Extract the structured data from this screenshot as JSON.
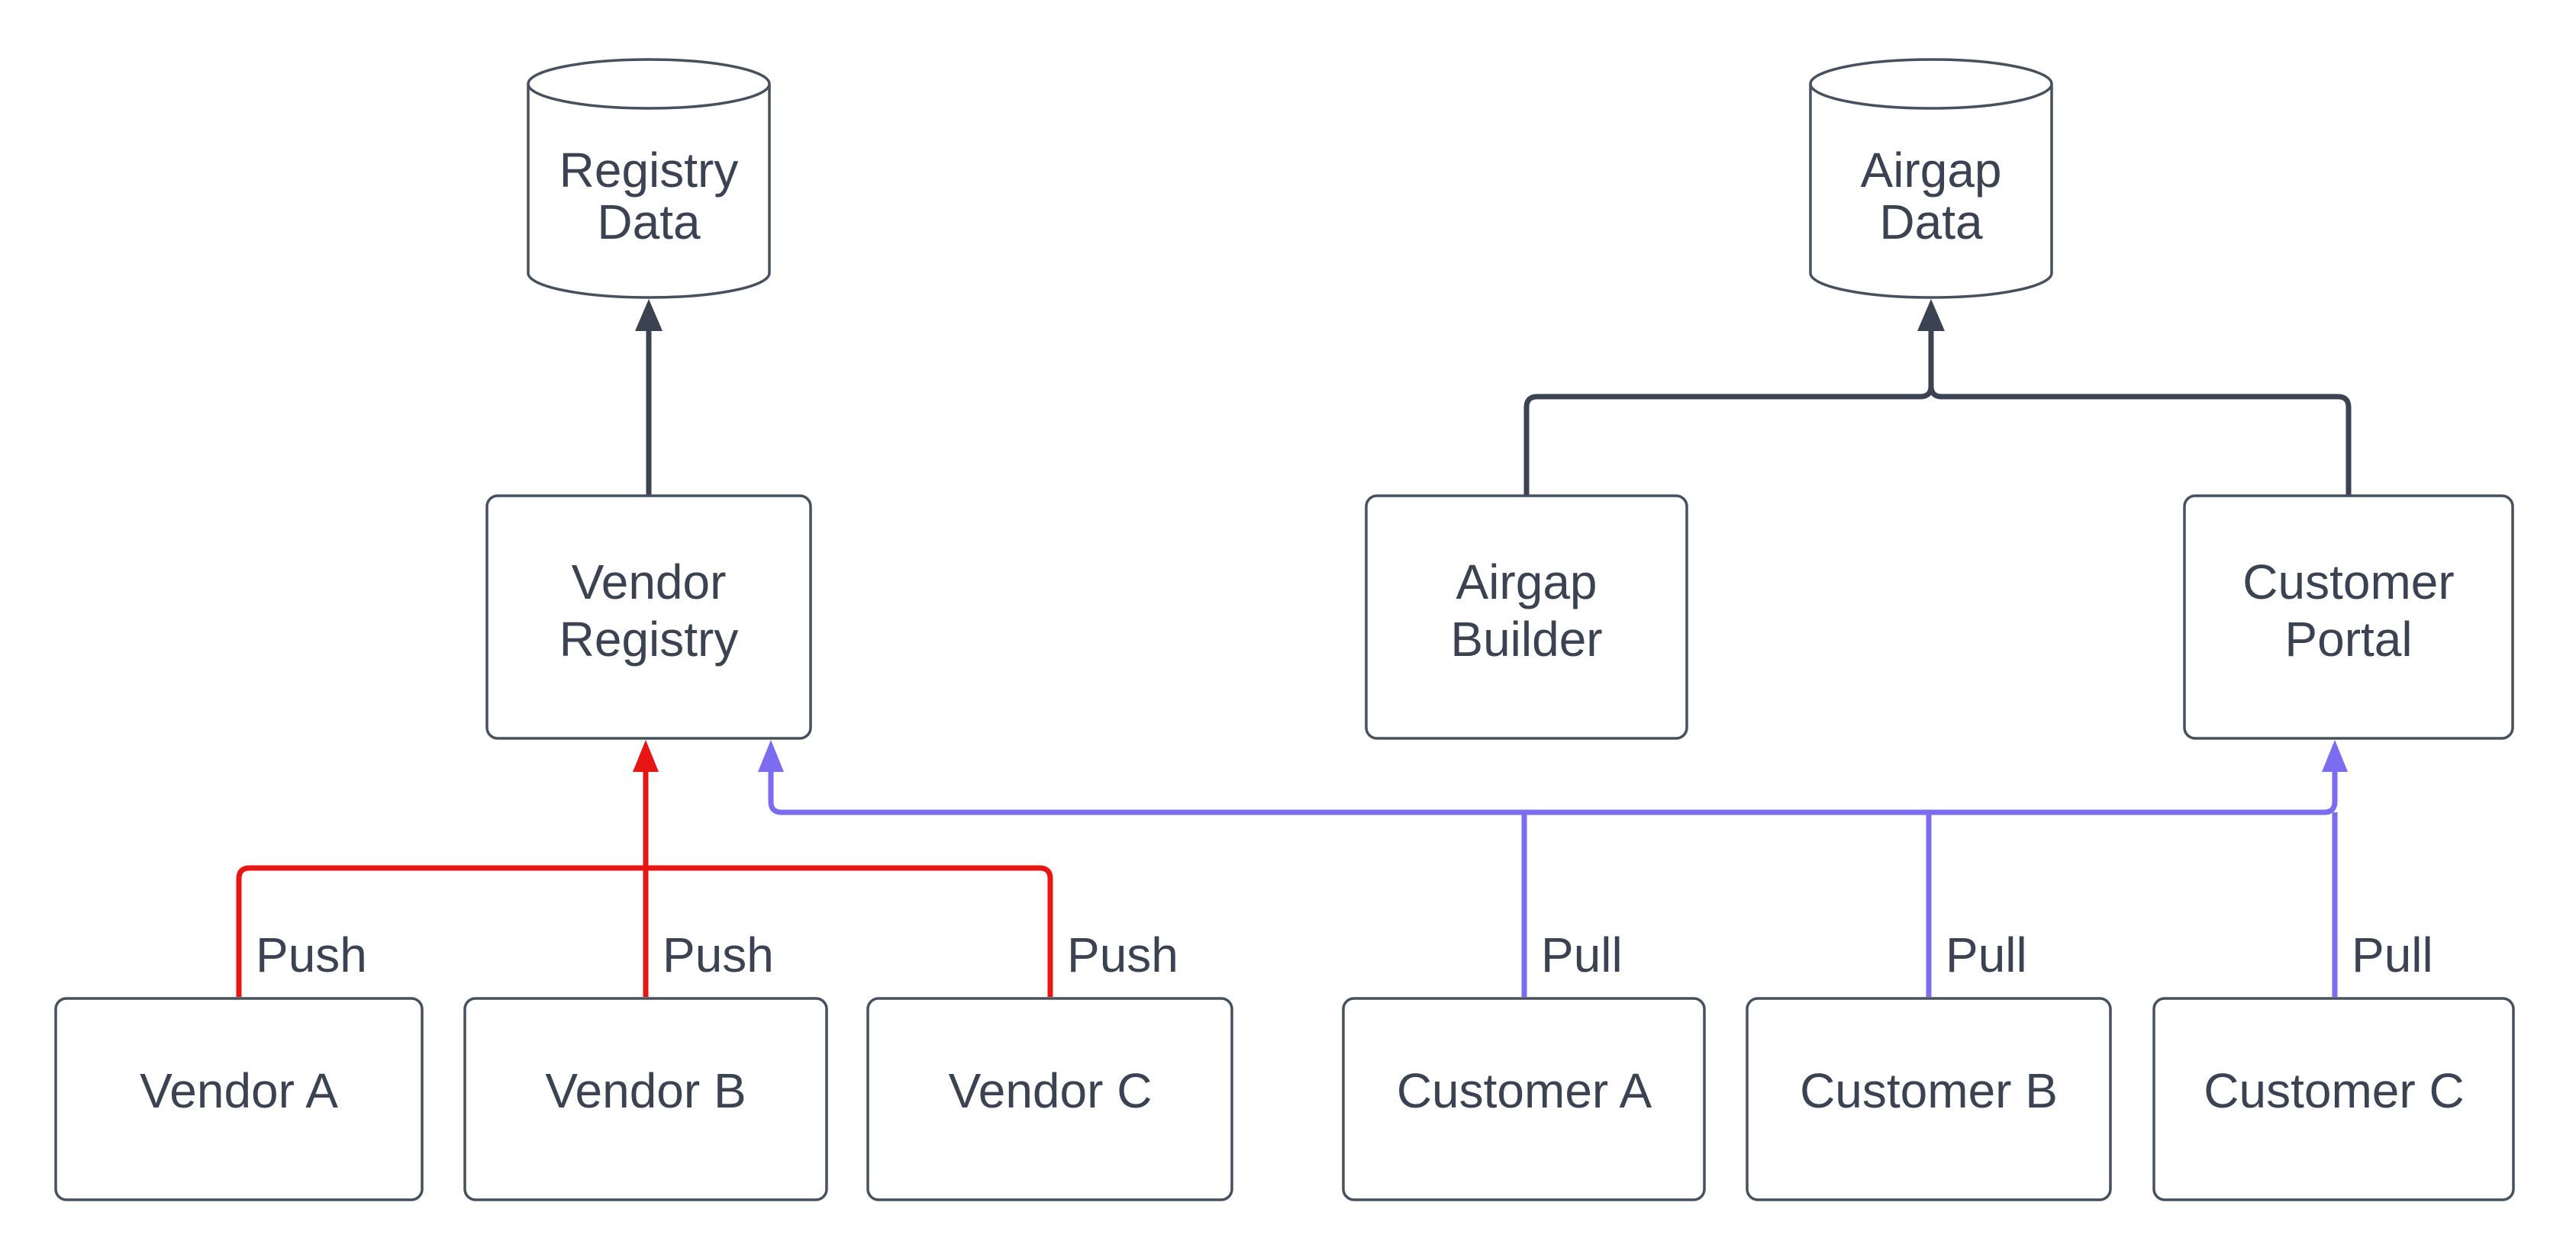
{
  "diagram": {
    "colors": {
      "background": "#ffffff",
      "node_fill": "#ffffff",
      "node_stroke": "#47505f",
      "text": "#3b4252",
      "store_flow": "#3b4252",
      "push_flow": "#e81515",
      "pull_flow": "#7b6cf0"
    },
    "nodes": {
      "registry_data": {
        "shape": "cylinder",
        "lines": [
          "Registry",
          "Data"
        ]
      },
      "airgap_data": {
        "shape": "cylinder",
        "lines": [
          "Airgap",
          "Data"
        ]
      },
      "vendor_registry": {
        "shape": "rect",
        "lines": [
          "Vendor",
          "Registry"
        ]
      },
      "airgap_builder": {
        "shape": "rect",
        "lines": [
          "Airgap",
          "Builder"
        ]
      },
      "customer_portal": {
        "shape": "rect",
        "lines": [
          "Customer",
          "Portal"
        ]
      },
      "vendor_a": {
        "shape": "rect",
        "label": "Vendor A"
      },
      "vendor_b": {
        "shape": "rect",
        "label": "Vendor B"
      },
      "vendor_c": {
        "shape": "rect",
        "label": "Vendor C"
      },
      "customer_a": {
        "shape": "rect",
        "label": "Customer A"
      },
      "customer_b": {
        "shape": "rect",
        "label": "Customer B"
      },
      "customer_c": {
        "shape": "rect",
        "label": "Customer C"
      }
    },
    "edge_labels": {
      "push": [
        "Push",
        "Push",
        "Push"
      ],
      "pull": [
        "Pull",
        "Pull",
        "Pull"
      ]
    }
  }
}
